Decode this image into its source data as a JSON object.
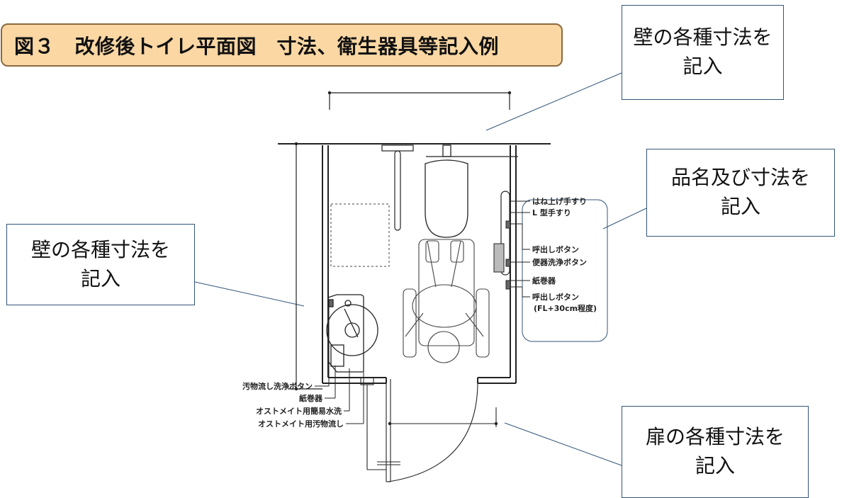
{
  "title": "図３　改修後トイレ平面図　寸法、衛生器具等記入例",
  "callouts": {
    "top_right": [
      "壁の各種寸法を",
      "記入"
    ],
    "right_middle": [
      "品名及び寸法を",
      "記入"
    ],
    "left": [
      "壁の各種寸法を",
      "記入"
    ],
    "bottom_right": [
      "扉の各種寸法を",
      "記入"
    ]
  },
  "labels_right": {
    "flip_up_handrail": "はね上げ手すり",
    "l_handrail": "L 型手すり",
    "call_button_1": "呼出しボタン",
    "flush_button": "便器洗浄ボタン",
    "paper_holder": "紙巻器",
    "call_button_2": "呼出しボタン",
    "call_button_2_note": "(FL+30cm程度)"
  },
  "labels_left": {
    "sink_flush_button": "汚物流し洗浄ボタン",
    "paper_holder": "紙巻器",
    "ostomate_washer": "オストメイト用簡易水洗",
    "ostomate_sink": "オストメイト用汚物流し"
  },
  "colors": {
    "title_bg": "#fad7a3",
    "title_border": "#8a6a3e",
    "leader": "#33557a",
    "callout_border": "#33557a"
  }
}
